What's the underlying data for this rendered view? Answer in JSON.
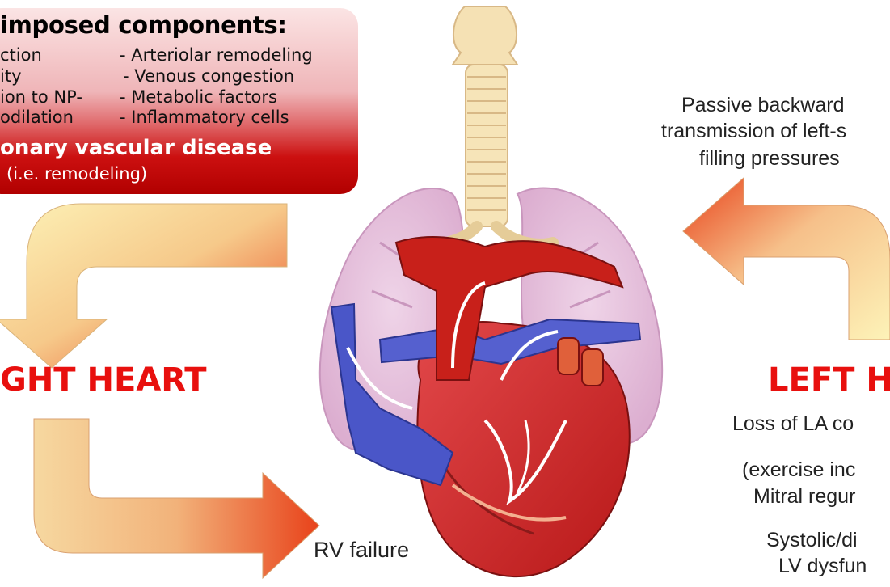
{
  "superimposed_box": {
    "title": "imposed components:",
    "left_items": [
      "ction",
      "ity",
      "ion to NP-",
      "odilation"
    ],
    "right_items": [
      "- Arteriolar remodeling",
      "- Venous congestion",
      "- Metabolic factors",
      "- Inflammatory cells"
    ],
    "disease": "onary vascular disease",
    "disease_note": "(i.e. remodeling)"
  },
  "right_heart": {
    "label": "GHT HEART"
  },
  "rv_failure": {
    "label": "RV failure"
  },
  "passive_transmission": {
    "line1": "Passive backward",
    "line2": "transmission of left-s",
    "line3": "filling pressures"
  },
  "left_heart": {
    "label": "LEFT HE",
    "items": [
      "Loss of LA co",
      "(exercise inc",
      "Mitral regur",
      "Systolic/di",
      "LV dysfun"
    ]
  },
  "colors": {
    "title_red": "#e8100e",
    "arrow_light": "#fdf3b8",
    "arrow_dark": "#e8421a",
    "box_top": "#fbe4e4",
    "box_bottom": "#b10000",
    "lung": "#e3b9d8",
    "vein_blue": "#4a56c8",
    "artery_red": "#c8201a"
  }
}
